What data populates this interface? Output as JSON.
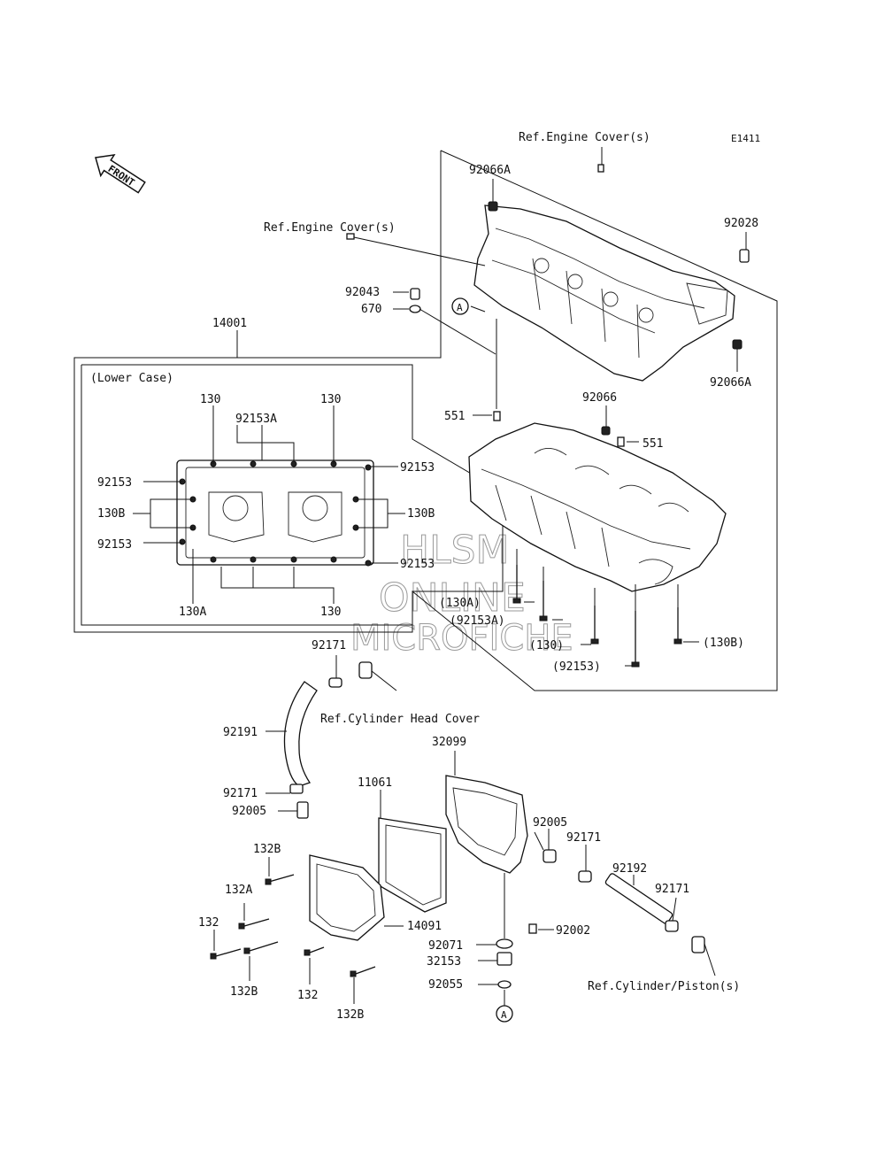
{
  "diagram_code": "E1411",
  "front_label": "FRONT",
  "watermark": {
    "line1": "HLSM",
    "line2": "ONLINE",
    "line3": "MICROFICHE"
  },
  "lower_case_label": "(Lower Case)",
  "refs": {
    "engine_cover_top": "Ref.Engine Cover(s)",
    "engine_cover_left": "Ref.Engine Cover(s)",
    "cylinder_head_cover": "Ref.Cylinder Head Cover",
    "cylinder_piston": "Ref.Cylinder/Piston(s)"
  },
  "callouts": {
    "p92066A_top": "92066A",
    "p92028": "92028",
    "p92066A_right": "92066A",
    "p92043": "92043",
    "p670": "670",
    "p14001": "14001",
    "p551_left": "551",
    "p92066": "92066",
    "p551_right": "551",
    "inset_130_l": "130",
    "inset_92153A": "92153A",
    "inset_130_r": "130",
    "inset_92153_tr": "92153",
    "inset_92153_l1": "92153",
    "inset_130B_l": "130B",
    "inset_130B_r": "130B",
    "inset_92153_l2": "92153",
    "inset_92153_br": "92153",
    "inset_130A": "130A",
    "inset_130_b": "130",
    "b130A": "(130A)",
    "b92153A": "(92153A)",
    "b130": "(130)",
    "b130B": "(130B)",
    "b92153": "(92153)",
    "p92171_top": "92171",
    "p92191": "92191",
    "p32099": "32099",
    "p92171_mid": "92171",
    "p11061": "11061",
    "p92005_left": "92005",
    "p92005_right": "92005",
    "p92171_right": "92171",
    "p92192": "92192",
    "p92171_far": "92171",
    "p132B_top": "132B",
    "p132A": "132A",
    "p14091": "14091",
    "p132_left": "132",
    "p92071": "92071",
    "p92002": "92002",
    "p32153": "32153",
    "p132B_mid": "132B",
    "p132_bot": "132",
    "p132B_bot": "132B",
    "p92055": "92055",
    "circle_a_upper": "A",
    "circle_a_lower": "A"
  }
}
